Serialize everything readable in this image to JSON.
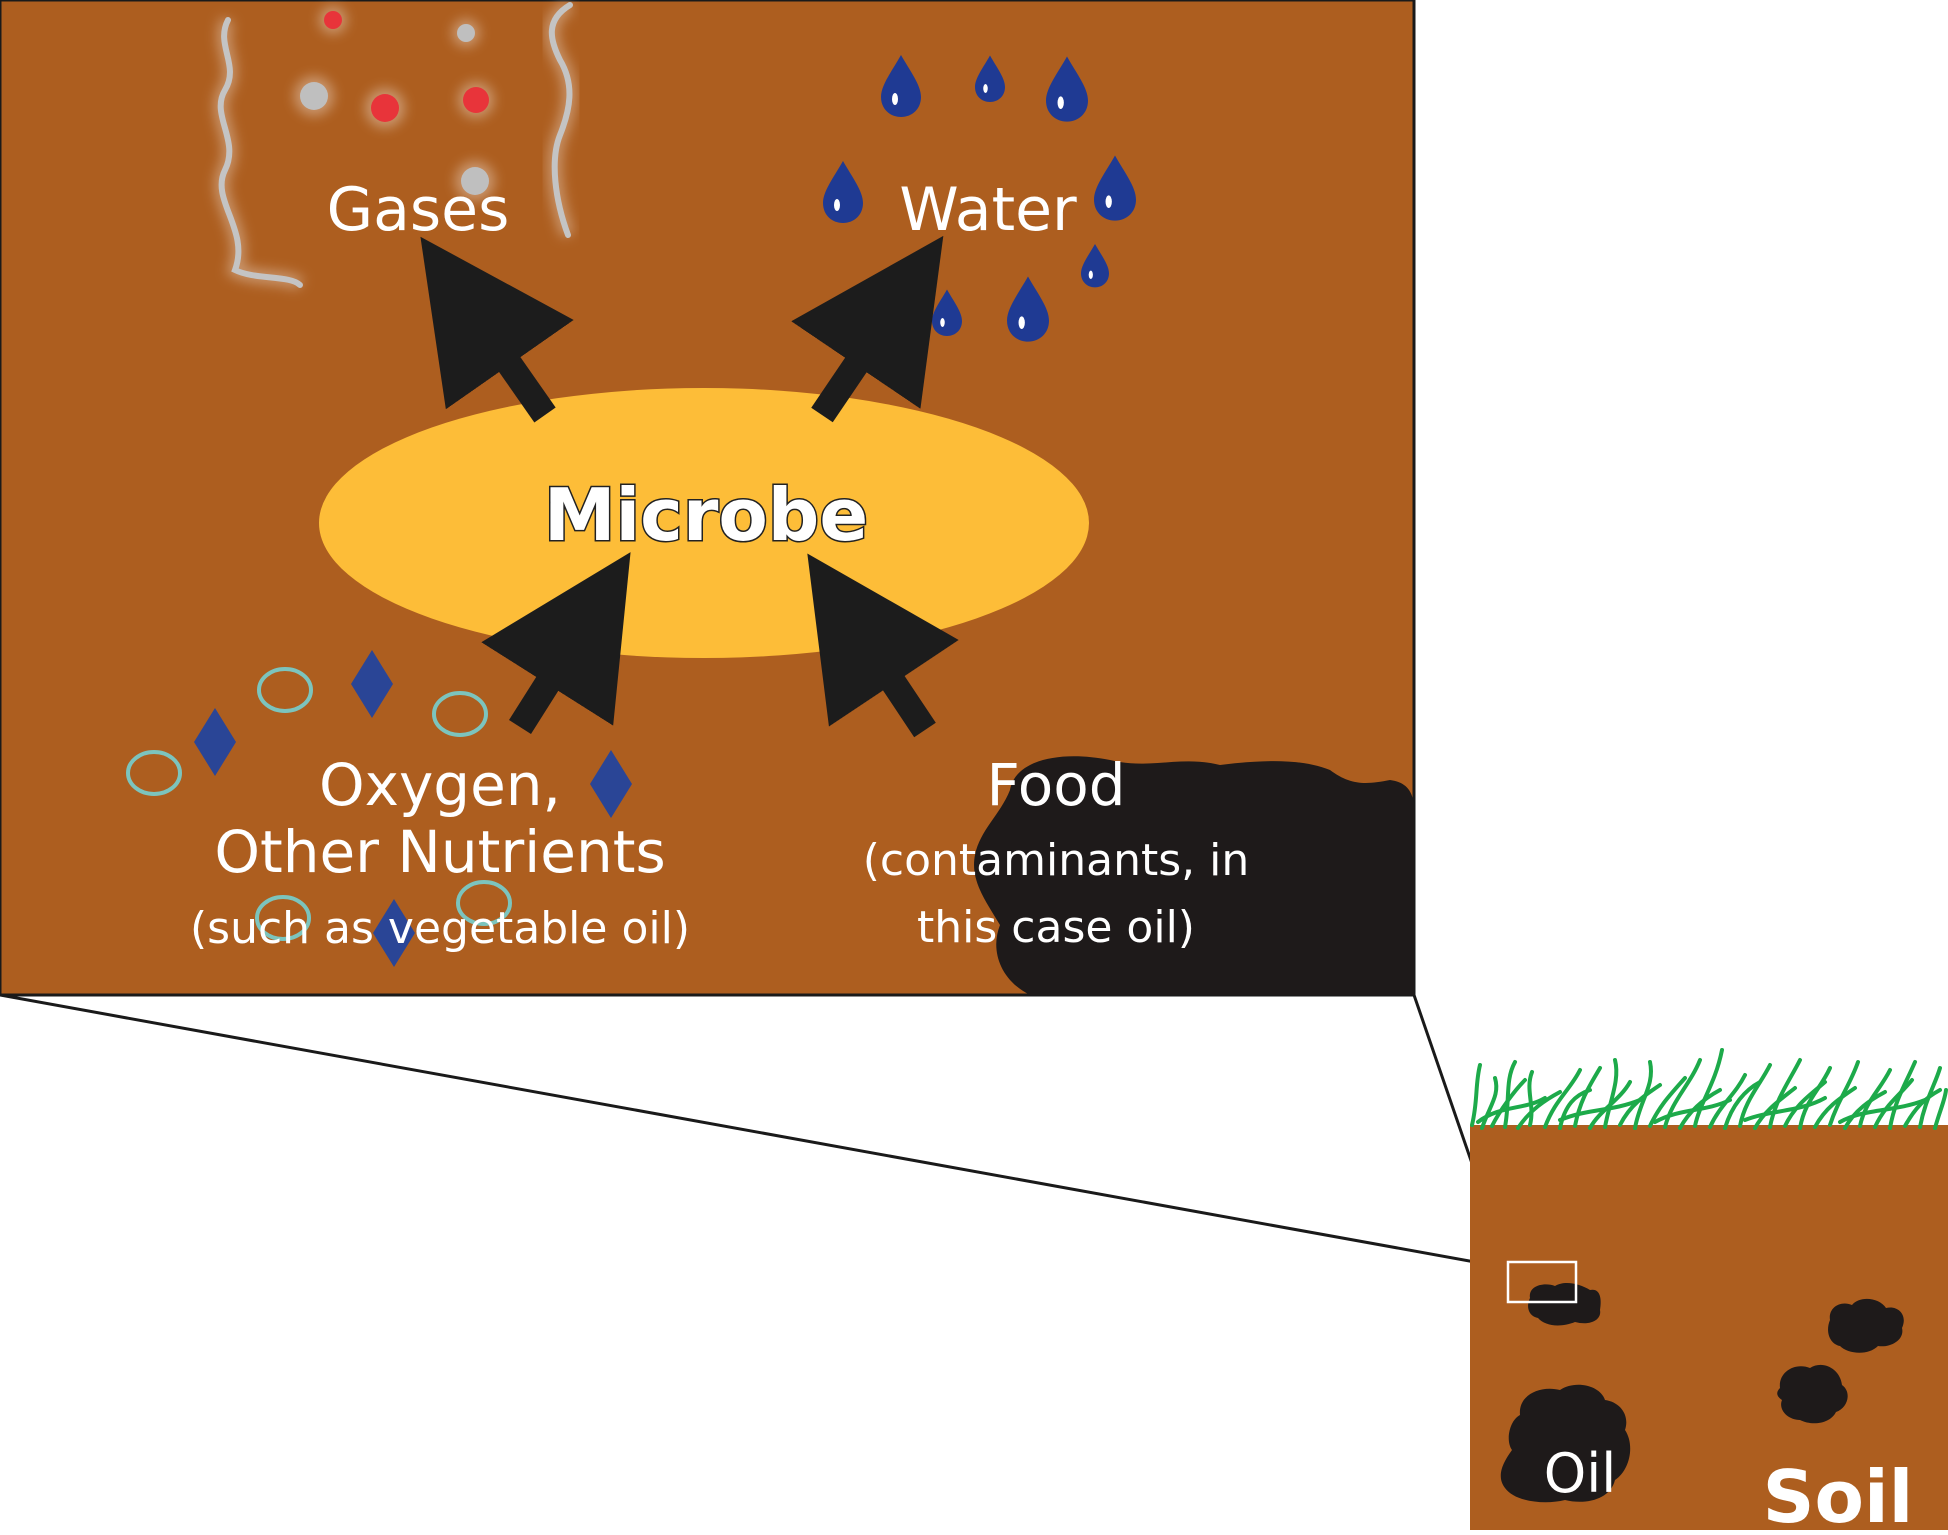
{
  "diagram": {
    "inputs": {
      "nutrients": {
        "title_line1": "Oxygen,",
        "title_line2": "Other Nutrients",
        "note": "(such as vegetable oil)"
      },
      "food": {
        "title": "Food",
        "note_line1": "(contaminants, in",
        "note_line2": "this case oil)"
      }
    },
    "center": {
      "label": "Microbe"
    },
    "outputs": {
      "gases": {
        "label": "Gases"
      },
      "water": {
        "label": "Water"
      }
    },
    "inset": {
      "oil_label": "Oil",
      "soil_label": "Soil"
    },
    "colors": {
      "soil": "#ad5e1f",
      "microbe": "#fdbd38",
      "oil": "#1e1a1a",
      "arrow": "#1c1c1c",
      "water_drop": "#1f3a93",
      "diamond": "#2a4596",
      "ring": "#7cc4bd",
      "gas_red": "#e8343a",
      "gas_gray": "#bfbfbf",
      "grass": "#1daa4a"
    }
  }
}
